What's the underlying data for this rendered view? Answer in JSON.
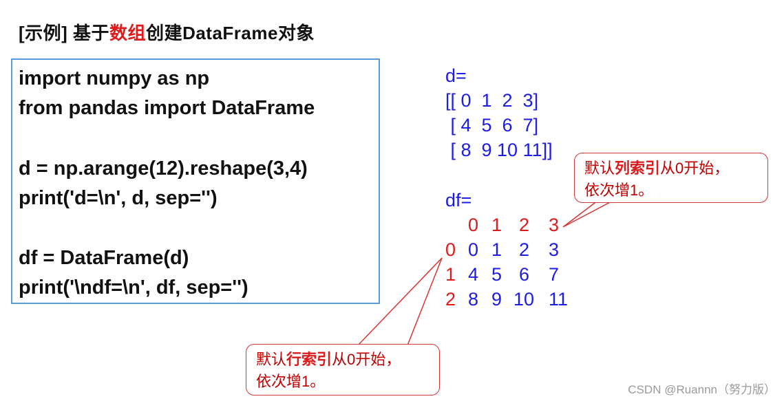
{
  "title": {
    "prefix": "[示例] 基于",
    "highlight": "数组",
    "suffix": "创建DataFrame对象"
  },
  "code": {
    "lines": [
      "import numpy as np",
      "from pandas import DataFrame",
      "",
      "d = np.arange(12).reshape(3,4)",
      "print('d=\\n', d, sep='')",
      "",
      "df = DataFrame(d)",
      "print('\\ndf=\\n', df, sep='')"
    ]
  },
  "output_d": {
    "label": "d=",
    "rows": [
      "[[ 0  1  2  3]",
      " [ 4  5  6  7]",
      " [ 8  9 10 11]]"
    ]
  },
  "output_df": {
    "label": "df=",
    "columns": [
      "0",
      "1",
      "2",
      "3"
    ],
    "index": [
      "0",
      "1",
      "2"
    ],
    "rows": [
      [
        "0",
        "1",
        "2",
        "3"
      ],
      [
        "4",
        "5",
        "6",
        "7"
      ],
      [
        "8",
        "9",
        "10",
        "11"
      ]
    ]
  },
  "callout_columns": {
    "pre": "默认",
    "bold": "列索引",
    "post": "从0开始，",
    "line2": "依次增1。"
  },
  "callout_rows": {
    "pre": "默认",
    "bold": "行索引",
    "post": "从0开始，",
    "line2": "依次增1。"
  },
  "watermark": "CSDN @Ruannn（努力版）",
  "colors": {
    "blue": "#1c1ce6",
    "red": "#e01a1a",
    "border": "#5b9bd5"
  }
}
